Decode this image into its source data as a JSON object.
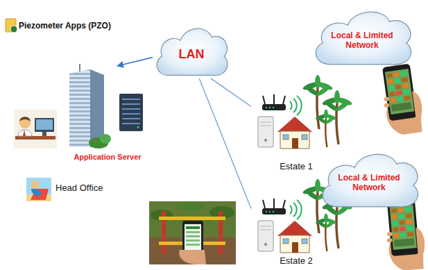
{
  "diagram": {
    "title": "Piezometer Apps (PZO)",
    "nodes": [
      {
        "text": [
          "LAN"
        ]
      },
      {
        "text": [
          "Local & Limited Network"
        ]
      },
      {
        "text": [
          "Application Server"
        ]
      },
      {
        "text": [
          "Estate 1"
        ]
      },
      {
        "text": [
          "Local & Limited Network"
        ]
      },
      {
        "text": [
          "Estate 2"
        ]
      }
    ],
    "edges": [
      {
        "from": 0,
        "to": 2,
        "arrow": "to"
      },
      {
        "from": 0,
        "to": 3,
        "arrow": "none"
      },
      {
        "from": 0,
        "to": 5,
        "arrow": "none"
      }
    ],
    "labels": [
      "Head Office"
    ]
  }
}
